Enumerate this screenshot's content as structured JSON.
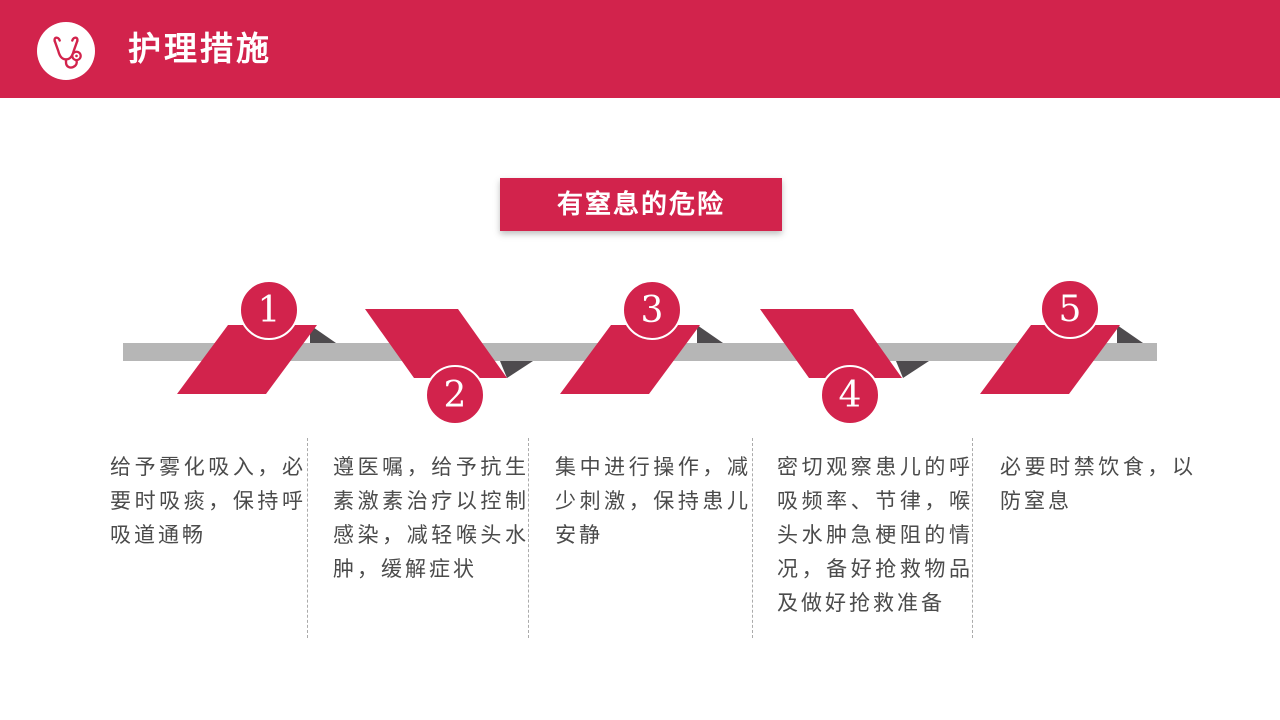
{
  "colors": {
    "primary": "#d2234c",
    "bar_gray": "#b6b6b6",
    "fold_dark": "#4e4b4e",
    "text_gray": "#4b4b4b",
    "divider_gray": "#ababab"
  },
  "header": {
    "title": "护理措施",
    "icon": "stethoscope-icon"
  },
  "banner": {
    "label": "有窒息的危险"
  },
  "timeline": {
    "steps": [
      {
        "number": "1",
        "text": "给予雾化吸入，必要时吸痰，保持呼吸道通畅"
      },
      {
        "number": "2",
        "text": "遵医嘱，给予抗生素激素治疗以控制感染，减轻喉头水肿，缓解症状"
      },
      {
        "number": "3",
        "text": "集中进行操作，减少刺激，保持患儿安静"
      },
      {
        "number": "4",
        "text": "密切观察患儿的呼吸频率、节律，喉头水肿急梗阻的情况，备好抢救物品及做好抢救准备"
      },
      {
        "number": "5",
        "text": "必要时禁饮食，以防窒息"
      }
    ]
  }
}
